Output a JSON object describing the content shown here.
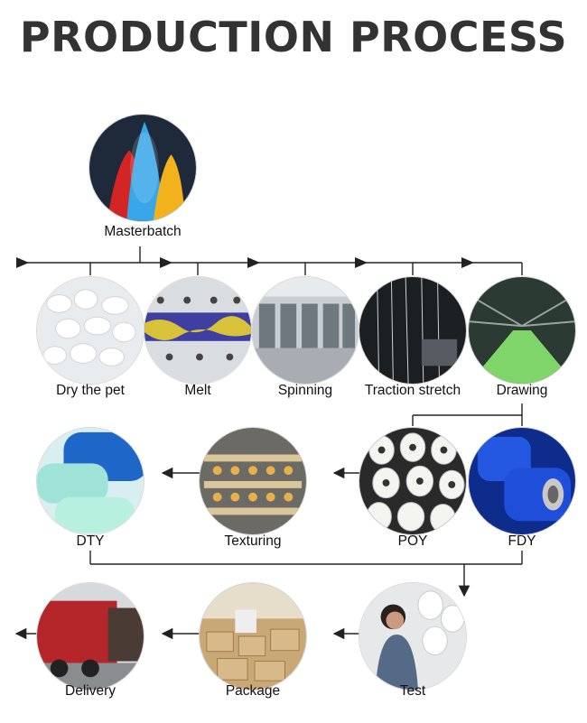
{
  "title": "PRODUCTION PROCESS",
  "steps": {
    "masterbatch": "Masterbatch",
    "dry": "Dry the pet",
    "melt": "Melt",
    "spinning": "Spinning",
    "traction": "Traction stretch",
    "drawing": "Drawing",
    "dty": "DTY",
    "texturing": "Texturing",
    "poy": "POY",
    "fdy": "FDY",
    "delivery": "Delivery",
    "package": "Package",
    "test": "Test"
  },
  "icons": {
    "masterbatch": "masterbatch-pellets-photo",
    "dry": "white-pet-chips-photo",
    "melt": "melt-machine-photo",
    "spinning": "spinning-machinery-photo",
    "traction": "traction-stretch-photo",
    "drawing": "drawing-line-photo",
    "dty": "dty-spools-photo",
    "texturing": "texturing-machine-photo",
    "poy": "poy-spools-photo",
    "fdy": "fdy-blue-spools-photo",
    "delivery": "delivery-truck-photo",
    "package": "packaging-warehouse-photo",
    "test": "quality-test-photo"
  },
  "colors": {
    "line": "#222222",
    "title": "#333333",
    "fdy_blue": "#1f4fd8"
  }
}
